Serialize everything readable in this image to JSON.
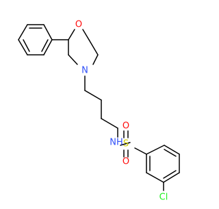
{
  "molecule": {
    "atoms": {
      "O_ring": {
        "symbol": "O",
        "color": "#ff0d0d"
      },
      "N_ring": {
        "symbol": "N",
        "color": "#3050f8"
      },
      "NH": {
        "symbol": "NH",
        "color": "#3050f8"
      },
      "S": {
        "symbol": "S",
        "color": "#cccc00"
      },
      "O_top": {
        "symbol": "O",
        "color": "#ff0d0d"
      },
      "O_bottom": {
        "symbol": "O",
        "color": "#ff0d0d"
      },
      "Cl": {
        "symbol": "Cl",
        "color": "#1ff01f"
      }
    },
    "bond_color": "#000000"
  }
}
